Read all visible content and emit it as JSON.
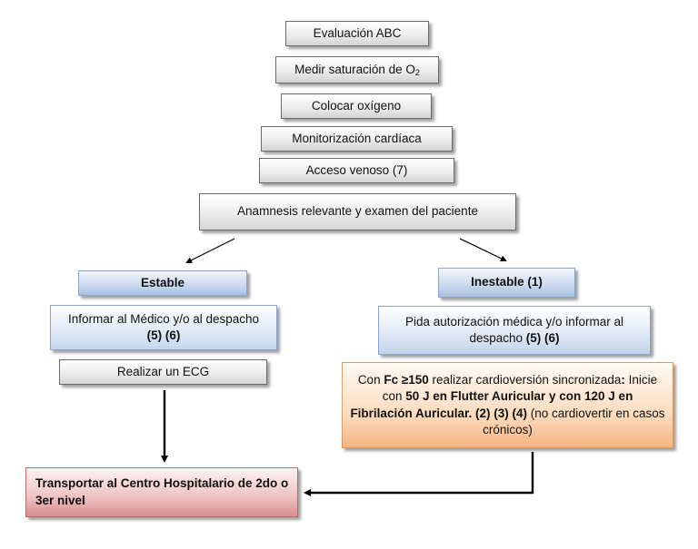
{
  "steps": {
    "abc": "Evaluación ABC",
    "sat_prefix": "Medir saturación de O",
    "sat_sub": "2",
    "oxygen": "Colocar oxígeno",
    "monitor": "Monitorización cardíaca",
    "venous": "Acceso venoso (7)",
    "anamnesis": "Anamnesis relevante y examen del paciente"
  },
  "stable": {
    "title": "Estable",
    "inform": "Informar al Médico y/o al despacho",
    "inform_refs": "(5) (6)",
    "ecg": "Realizar un ECG"
  },
  "unstable": {
    "title": "Inestable (1)",
    "auth": "Pida autorización médica y/o informar al despacho",
    "auth_refs": "(5) (6)",
    "cardio": {
      "p1": "Con ",
      "b1": "Fc ≥150",
      "p2": " realizar cardioversión sincronizada",
      "b2": ":",
      "p3": " Inicie con ",
      "b3": "50 J en  Flutter Auricular y con 120 J en Fibrilación Auricular. (2) (3) (4)",
      "p4": " (no cardiovertir en casos crónicos)"
    }
  },
  "transport": "Transportar al Centro Hospitalario de 2do o 3er nivel"
}
